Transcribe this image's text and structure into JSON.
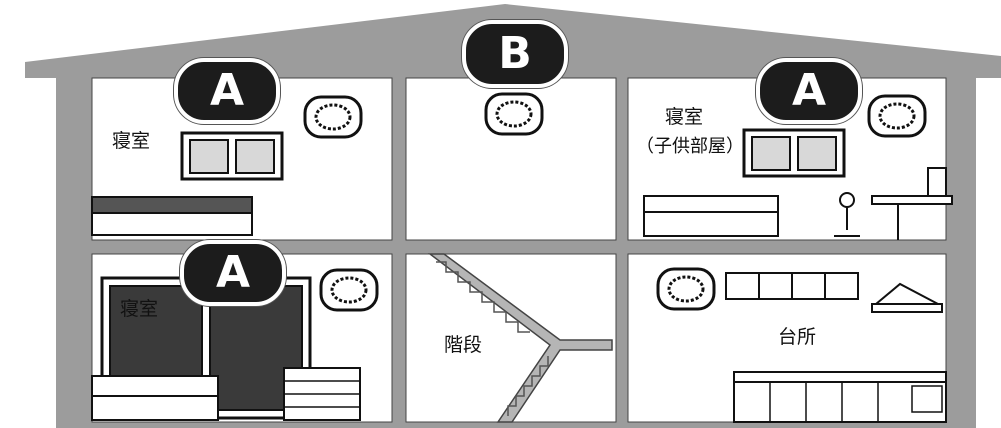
{
  "markers": {
    "bedroom_top_left": "A",
    "stairwell_top": "B",
    "bedroom_top_right": "A",
    "bedroom_bottom_left": "A"
  },
  "rooms": {
    "bedroom_top_left": "寝室",
    "bedroom_top_right": "寝室",
    "bedroom_top_right_note": "（子供部屋）",
    "bedroom_bottom_left": "寝室",
    "stairs": "階段",
    "kitchen": "台所"
  },
  "icons": [
    "smoke-detector-icon",
    "window-icon",
    "bed-icon",
    "desk-icon",
    "chair-icon",
    "staircase-icon",
    "range-hood-icon",
    "kitchen-counter-icon",
    "dresser-icon"
  ],
  "colors": {
    "wall": "#9a9a9a",
    "marker_fill": "#1c1c1c",
    "marker_text": "#ffffff",
    "room": "#ffffff"
  }
}
